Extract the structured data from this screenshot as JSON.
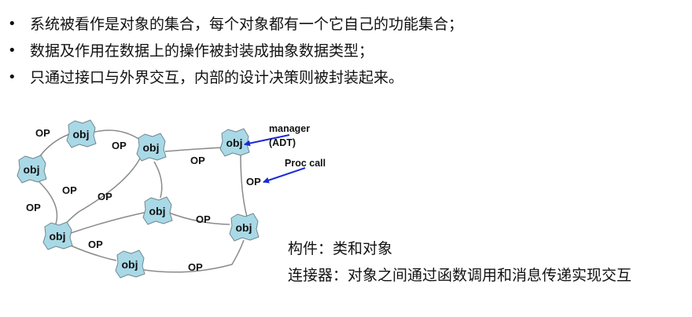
{
  "bullets": [
    "系统被看作是对象的集合，每个对象都有一个它自己的功能集合；",
    "数据及作用在数据上的操作被封装成抽象数据类型；",
    "只通过接口与外界交互，内部的设计决策则被封装起来。"
  ],
  "bullet_symbol": "•",
  "diagram": {
    "obj_label": "obj",
    "op_label": "OP",
    "annotations": {
      "manager_line1": "manager",
      "manager_line2": "(ADT)",
      "proc_call": "Proc call"
    },
    "colors": {
      "object_fill": "#a9d9e6",
      "object_stroke": "#6f8790",
      "connector": "#8a8a8a",
      "arrow": "#1a2bd6"
    }
  },
  "legend": {
    "components": "构件：类和对象",
    "connectors": "连接器：对象之间通过函数调用和消息传递实现交互"
  }
}
